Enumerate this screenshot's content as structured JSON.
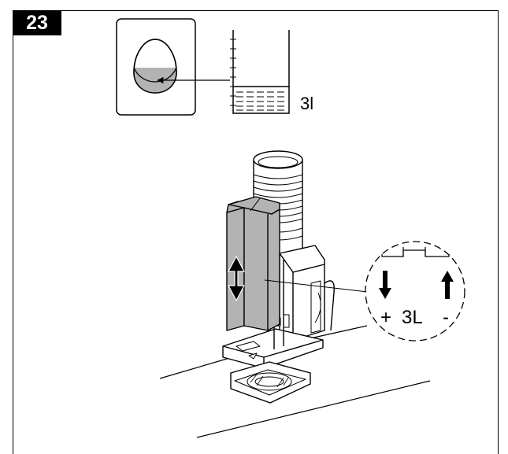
{
  "step_number": "23",
  "inset_level_label": "3l",
  "detail_plus": "+",
  "detail_setting": "3L",
  "detail_minus": "-",
  "colors": {
    "fill_gray": "#b3b3b3",
    "line": "#000000",
    "background": "#ffffff"
  }
}
